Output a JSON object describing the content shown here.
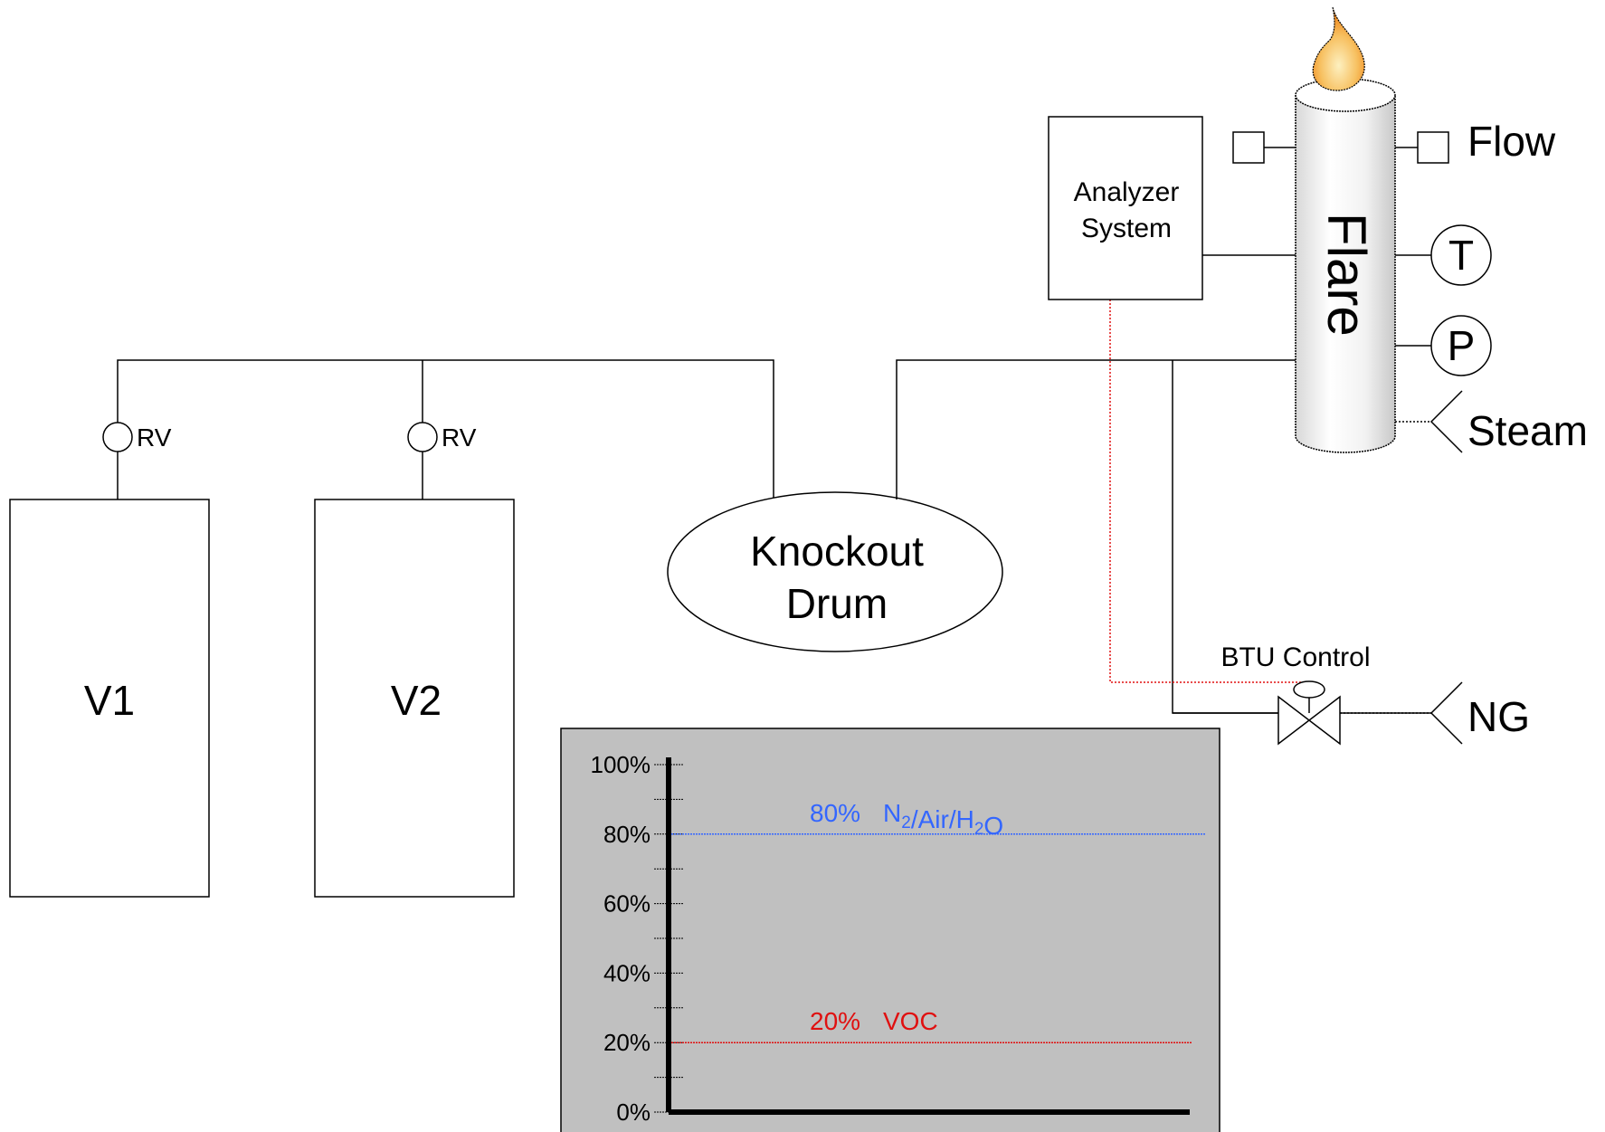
{
  "vessels": {
    "v1_label": "V1",
    "v2_label": "V2",
    "rv1_label": "RV",
    "rv2_label": "RV"
  },
  "knockout_drum": {
    "line1": "Knockout",
    "line2": "Drum"
  },
  "analyzer": {
    "line1": "Analyzer",
    "line2": "System"
  },
  "flare": {
    "label": "Flare"
  },
  "instruments": {
    "flow_label": "Flow",
    "temperature_label": "T",
    "pressure_label": "P",
    "steam_label": "Steam",
    "btu_control_label": "BTU Control",
    "ng_label": "NG"
  },
  "chart_data": {
    "type": "line",
    "y_ticks": [
      "100%",
      "80%",
      "60%",
      "40%",
      "20%",
      "0%"
    ],
    "ylim": [
      0,
      100
    ],
    "series": [
      {
        "name": "N2/Air/H2O",
        "value": 80,
        "value_label": "80%",
        "color": "#3366ff"
      },
      {
        "name": "VOC",
        "value": 20,
        "value_label": "20%",
        "color": "#e01010"
      }
    ],
    "background": "#c0c0c0"
  },
  "colors": {
    "line": "#000000",
    "signal": "#e01010",
    "flame_outer": "#f5a030",
    "flame_inner": "#fbe8a8"
  }
}
